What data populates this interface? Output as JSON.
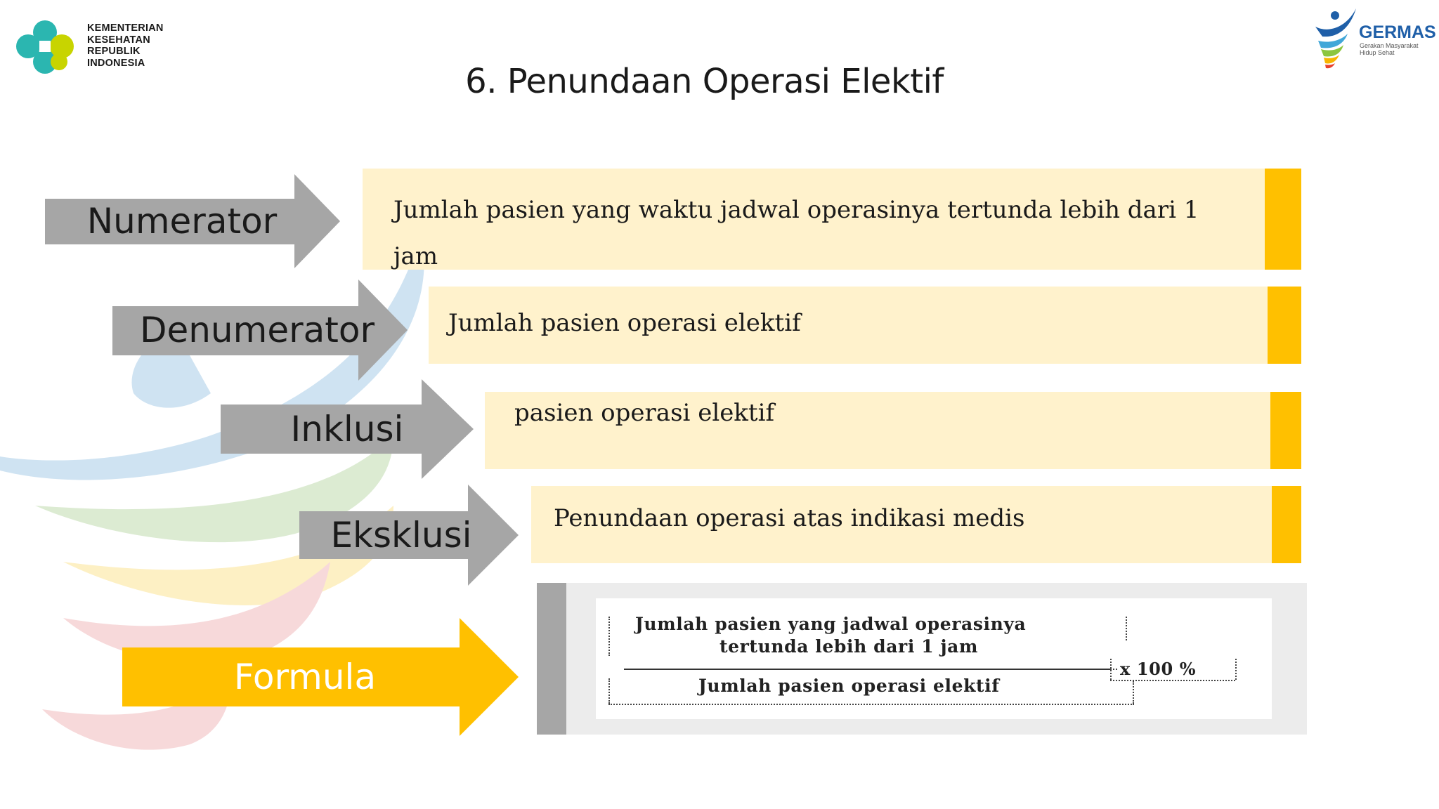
{
  "slide": {
    "title": "6. Penundaan Operasi Elektif",
    "logo_left": {
      "lines": [
        "KEMENTERIAN",
        "KESEHATAN",
        "REPUBLIK",
        "INDONESIA"
      ]
    },
    "logo_right": {
      "word": "GERMAS",
      "sub_lines": [
        "Gerakan Masyarakat",
        "Hidup Sehat"
      ]
    },
    "rows": [
      {
        "label": "Numerator",
        "text_lines": [
          "Jumlah pasien yang waktu jadwal operasinya tertunda lebih dari 1",
          "jam"
        ]
      },
      {
        "label": "Denumerator",
        "text": "Jumlah pasien operasi elektif"
      },
      {
        "label": "Inklusi",
        "text": "pasien operasi elektif"
      },
      {
        "label": "Eksklusi",
        "text": "Penundaan operasi atas indikasi medis"
      }
    ],
    "formula": {
      "label": "Formula",
      "numerator_line1": "Jumlah pasien yang jadwal operasinya",
      "numerator_line2": "tertunda lebih dari 1 jam",
      "denominator": "Jumlah pasien operasi elektif",
      "multiplier": "x 100 %"
    },
    "colors": {
      "arrow_gray": "#a6a6a6",
      "arrow_formula": "#ffc000",
      "box_fill": "#fff2cc",
      "box_accent": "#ffc000",
      "formula_label_text": "#ffffff"
    }
  }
}
